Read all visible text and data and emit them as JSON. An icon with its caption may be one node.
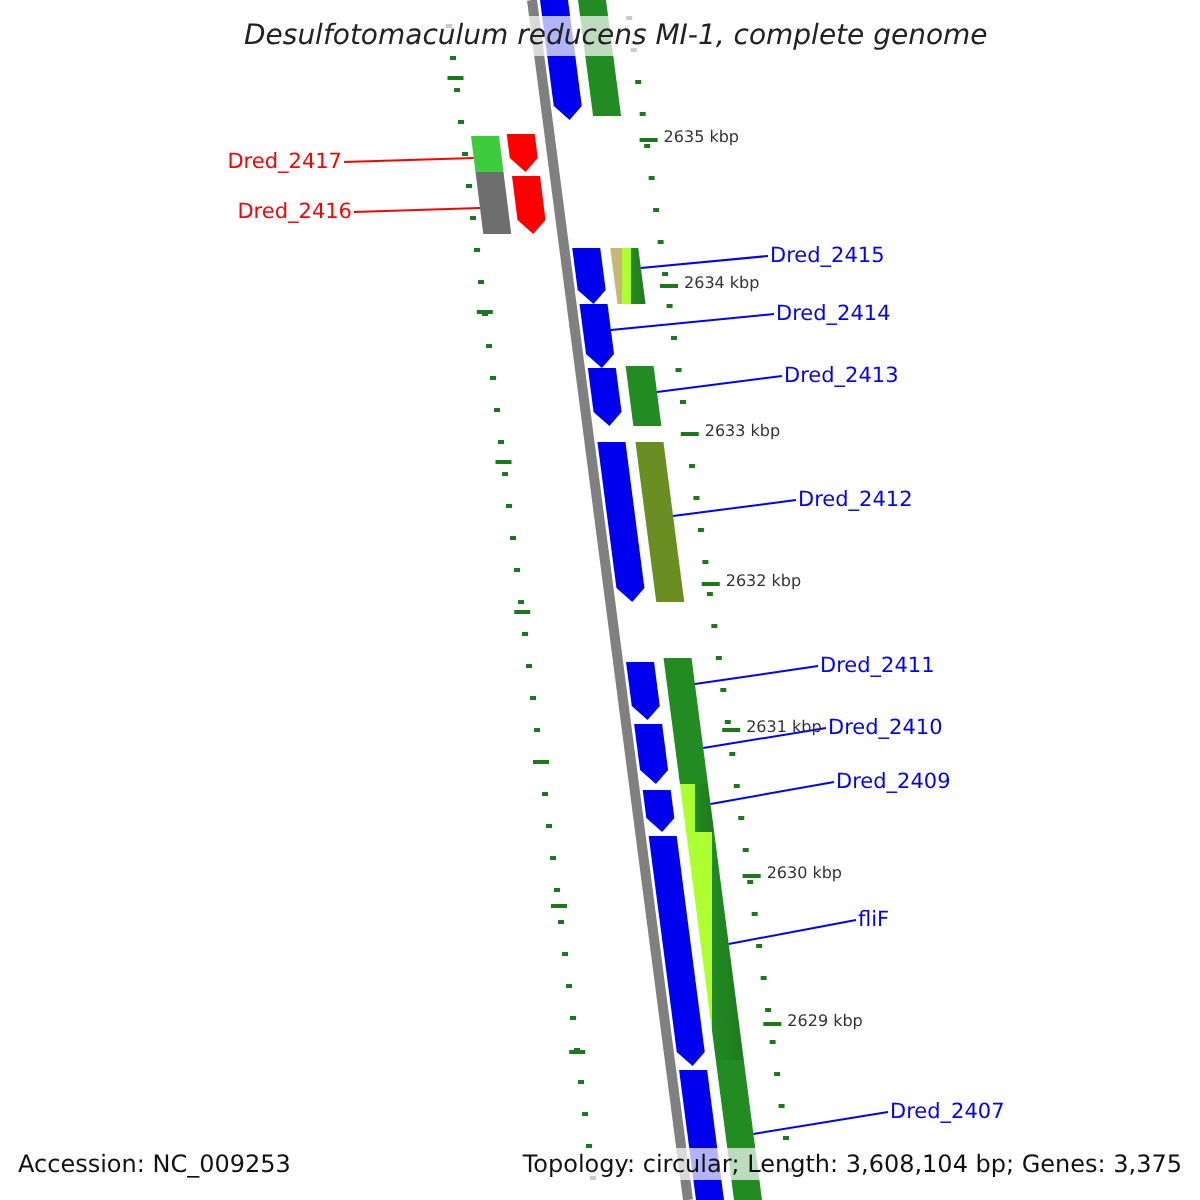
{
  "diagram": {
    "title": "Desulfotomaculum reducens MI-1, complete genome",
    "nodes": [
      {
        "text": [
          "Dred_2417"
        ]
      },
      {
        "text": [
          "Dred_2416"
        ]
      },
      {
        "text": [
          "Dred_2415"
        ]
      },
      {
        "text": [
          "Dred_2414"
        ]
      },
      {
        "text": [
          "Dred_2413"
        ]
      },
      {
        "text": [
          "Dred_2412"
        ]
      },
      {
        "text": [
          "Dred_2411"
        ]
      },
      {
        "text": [
          "Dred_2410"
        ]
      },
      {
        "text": [
          "Dred_2409"
        ]
      },
      {
        "text": [
          "fliF"
        ]
      },
      {
        "text": [
          "Dred_2407"
        ]
      },
      {
        "text": [],
        "shape": "bar"
      },
      {
        "text": [],
        "shape": "bar"
      },
      {
        "text": [],
        "shape": "bar"
      },
      {
        "text": [],
        "shape": "arrow"
      },
      {
        "text": [],
        "shape": "bar"
      },
      {
        "text": [],
        "shape": "bar"
      },
      {
        "text": [],
        "shape": "bar"
      },
      {
        "text": [],
        "shape": "bar"
      },
      {
        "text": [],
        "shape": "bar"
      },
      {
        "text": [],
        "shape": "bar"
      },
      {
        "text": [],
        "shape": "bar"
      },
      {
        "text": [],
        "shape": "arrow"
      },
      {
        "text": [],
        "shape": "bar"
      },
      {
        "text": [],
        "shape": "arrow"
      },
      {
        "text": [],
        "shape": "arrow"
      },
      {
        "text": [],
        "shape": "arrow"
      },
      {
        "text": [],
        "shape": "arrow"
      },
      {
        "text": [],
        "shape": "arrow"
      },
      {
        "text": [],
        "shape": "arrow"
      },
      {
        "text": [],
        "shape": "arrow"
      },
      {
        "text": [],
        "shape": "arrow"
      },
      {
        "text": [],
        "shape": "arrow"
      },
      {
        "text": [],
        "shape": "bar"
      }
    ],
    "edges": [
      {
        "from": 0,
        "to": 11,
        "arrow": "none",
        "color": "#ff0000"
      },
      {
        "from": 1,
        "to": 12,
        "arrow": "none",
        "color": "#ff0000"
      },
      {
        "from": 2,
        "to": 13,
        "arrow": "none"
      },
      {
        "from": 3,
        "to": 14,
        "arrow": "none"
      },
      {
        "from": 4,
        "to": 15,
        "arrow": "none"
      },
      {
        "from": 5,
        "to": 16,
        "arrow": "none"
      },
      {
        "from": 6,
        "to": 17,
        "arrow": "none"
      },
      {
        "from": 7,
        "to": 18,
        "arrow": "none"
      },
      {
        "from": 8,
        "to": 19,
        "arrow": "none"
      },
      {
        "from": 9,
        "to": 20,
        "arrow": "none"
      },
      {
        "from": 10,
        "to": 21,
        "arrow": "none"
      }
    ],
    "labels": [
      "2635 kbp",
      "2634 kbp",
      "2633 kbp",
      "2632 kbp",
      "2631 kbp",
      "2630 kbp",
      "2629 kbp",
      "Accession: NC_009253",
      "Topology: circular; Length: 3,608,104 bp; Genes: 3,375"
    ]
  }
}
